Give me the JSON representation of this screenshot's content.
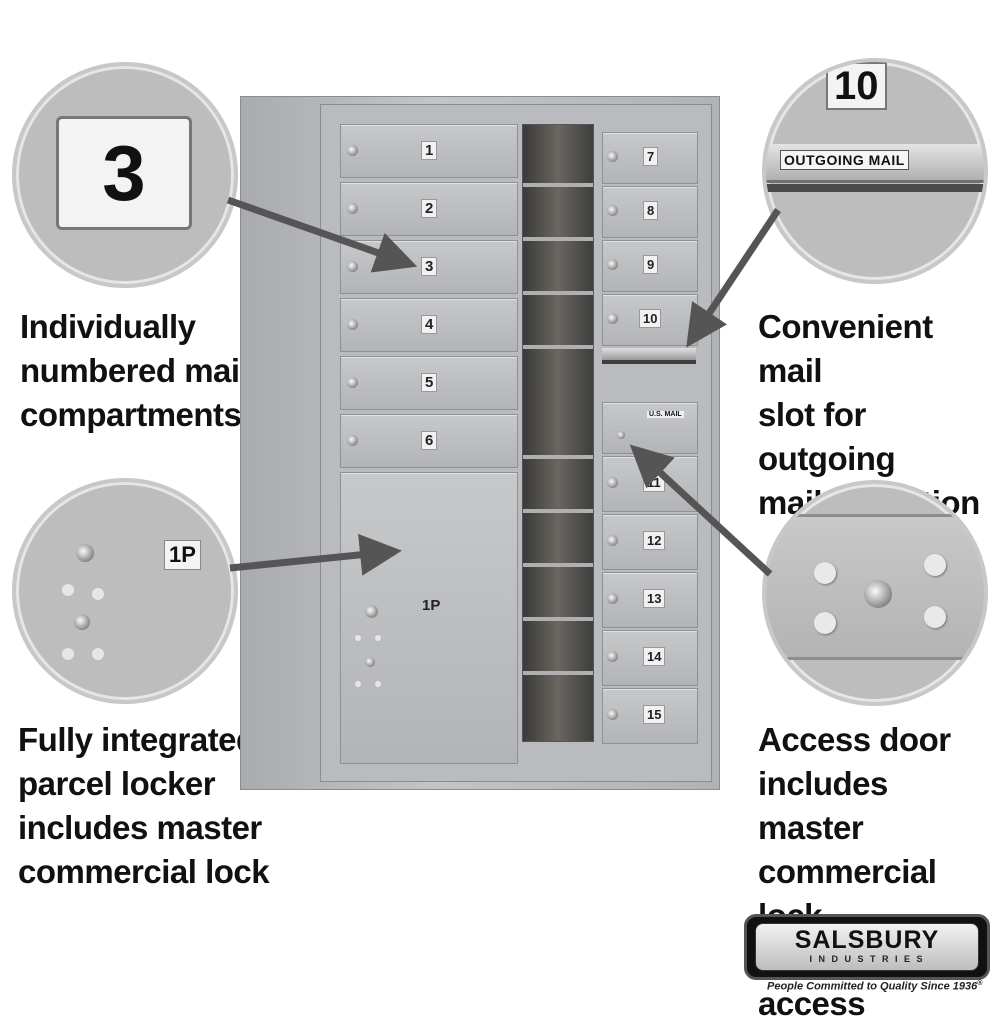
{
  "captions": {
    "numbered": "Individually\nnumbered mail\ncompartments",
    "parcel": "Fully integrated\nparcel locker\nincludes master\ncommercial lock",
    "mailslot": "Convenient mail\nslot for outgoing\nmail collection",
    "access": "Access door\nincludes master\ncommercial lock\nfor private access"
  },
  "zoom_labels": {
    "number_three": "3",
    "number_ten": "10",
    "outgoing_mail": "OUTGOING MAIL",
    "parcel": "1P"
  },
  "left_doors": [
    "1",
    "2",
    "3",
    "4",
    "5",
    "6"
  ],
  "parcel_door": "1P",
  "right_doors_top": [
    "7",
    "8",
    "9",
    "10"
  ],
  "right_doors_bottom": [
    "11",
    "12",
    "13",
    "14",
    "15"
  ],
  "usmail_label": "U.S. MAIL",
  "brand": {
    "name": "SALSBURY",
    "sub": "I N D U S T R I E S",
    "tagline": "People Committed to Quality Since 1936",
    "registered": "®"
  },
  "colors": {
    "metal": "#b9bbbe",
    "circle": "#bdbdbd",
    "arrow": "#555555",
    "text": "#111111"
  }
}
